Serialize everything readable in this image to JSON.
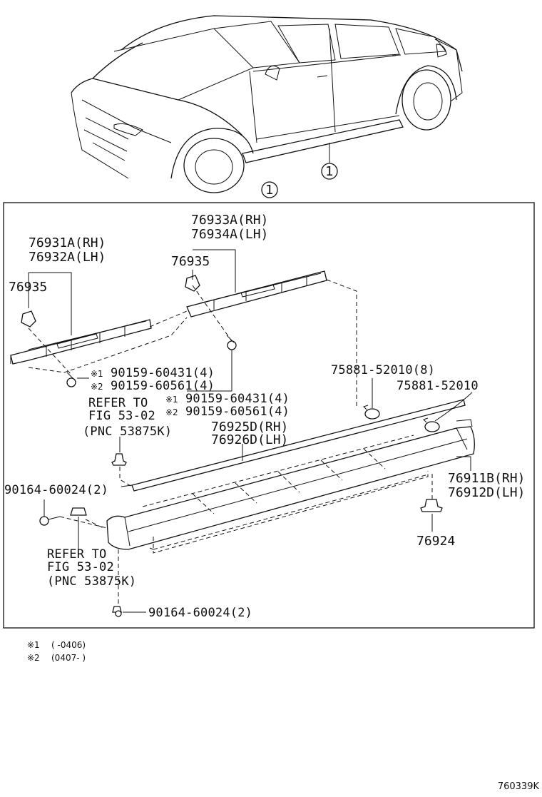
{
  "callouts": {
    "ref_circle_top": "1",
    "ref_circle_bottom": "1"
  },
  "labels": {
    "front_sill_rh": "76931A(RH)",
    "front_sill_lh": "76932A(LH)",
    "clip_left": "76935",
    "rear_sill_rh": "76933A(RH)",
    "rear_sill_lh": "76934A(LH)",
    "clip_right": "76935",
    "screw_a_1_mark": "※1",
    "screw_a_1": "90159-60431(4)",
    "screw_a_2_mark": "※2",
    "screw_a_2": "90159-60561(4)",
    "screw_b_1_mark": "※1",
    "screw_b_1": "90159-60431(4)",
    "screw_b_2_mark": "※2",
    "screw_b_2": "90159-60561(4)",
    "clip_75881_8": "75881-52010(8)",
    "clip_75881": "75881-52010",
    "refer_top_1": "REFER TO",
    "refer_top_2": "FIG 53-02",
    "refer_top_3": "(PNC 53875K)",
    "moulding_rh": "76925D(RH)",
    "moulding_lh": "76926D(LH)",
    "rocker_rh": "76911B(RH)",
    "rocker_lh": "76912D(LH)",
    "screw_90164_upper": "90164-60024(2)",
    "refer_bot_1": "REFER TO",
    "refer_bot_2": "FIG 53-02",
    "refer_bot_3": "(PNC 53875K)",
    "clip_76924": "76924",
    "screw_90164_lower": "90164-60024(2)"
  },
  "notes": {
    "note1_mark": "※1",
    "note1_text": "(      -0406)",
    "note2_mark": "※2",
    "note2_text": "(0407-      )"
  },
  "figure_code": "760339K"
}
